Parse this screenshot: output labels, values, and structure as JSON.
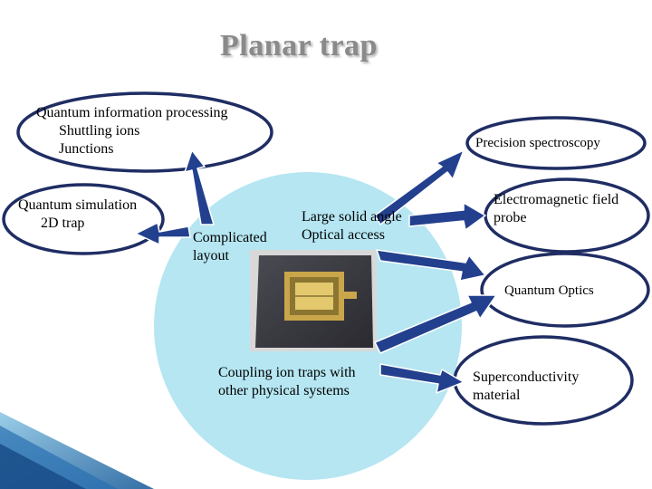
{
  "title": "Planar trap",
  "nodes": {
    "quantum_info": [
      "Quantum information processing",
      "Shuttling ions",
      "Junctions"
    ],
    "quantum_sim": [
      "Quantum simulation",
      "2D trap"
    ],
    "complicated": [
      "Complicated",
      "layout"
    ],
    "solid_angle": [
      "Large solid angle",
      "Optical access"
    ],
    "precision": [
      "Precision spectroscopy"
    ],
    "em_probe": [
      "Electromagnetic field",
      "probe"
    ],
    "quantum_optics": [
      "Quantum Optics"
    ],
    "coupling": [
      "Coupling  ion traps with",
      "other physical systems"
    ],
    "superconductivity": [
      "Superconductivity",
      "material"
    ]
  },
  "colors": {
    "circle_fill": "#b5e6f2",
    "ellipse_stroke": "#1f2d63",
    "arrow": "#23408e",
    "title": "#8a8a8a"
  }
}
